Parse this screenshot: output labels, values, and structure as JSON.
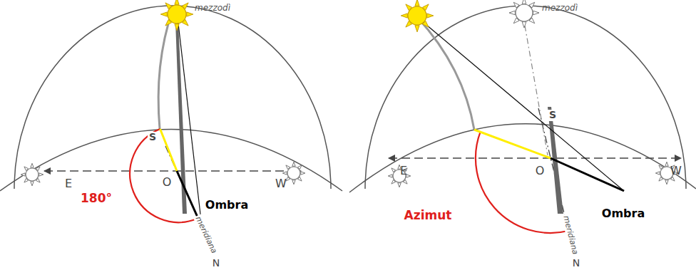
{
  "diagram": {
    "labels": [
      "mezzodì",
      "S",
      "E",
      "O",
      "W",
      "180°",
      "Ombra",
      "meridiana",
      "N",
      "mezzodì",
      "S",
      "E",
      "O",
      "W",
      "Azimut",
      "Ombra",
      "meridiana",
      "N"
    ]
  }
}
